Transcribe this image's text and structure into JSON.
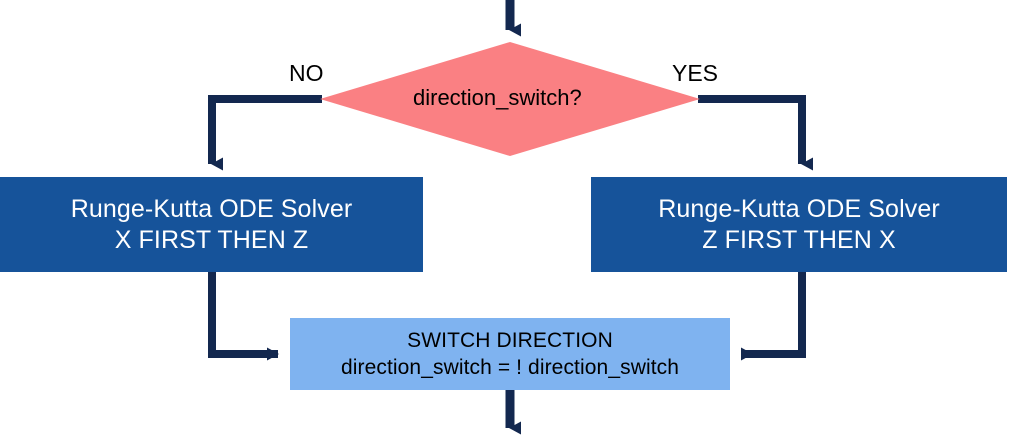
{
  "diagram": {
    "type": "flowchart",
    "title": "ODE solver direction switch flowchart",
    "colors": {
      "decision_fill": "#FA8083",
      "process_fill": "#16539A",
      "process_text": "#FFFFFF",
      "switch_fill": "#7FB3F0",
      "switch_text": "#000000",
      "connector": "#13284F",
      "background": "#FFFFFF",
      "label_text": "#000000"
    },
    "nodes": {
      "decision": {
        "shape": "diamond",
        "label": "direction_switch?"
      },
      "left_process": {
        "shape": "rectangle",
        "line1": "Runge-Kutta ODE Solver",
        "line2": "X FIRST THEN Z"
      },
      "right_process": {
        "shape": "rectangle",
        "line1": "Runge-Kutta ODE Solver",
        "line2": "Z FIRST THEN X"
      },
      "switch_process": {
        "shape": "rectangle",
        "line1": "SWITCH DIRECTION",
        "line2": "direction_switch = ! direction_switch"
      }
    },
    "edges": {
      "no_label": "NO",
      "yes_label": "YES"
    }
  }
}
